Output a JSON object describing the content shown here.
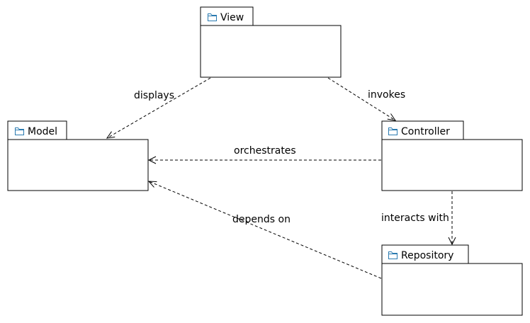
{
  "packages": {
    "view": {
      "name": "View"
    },
    "model": {
      "name": "Model"
    },
    "controller": {
      "name": "Controller"
    },
    "repository": {
      "name": "Repository"
    }
  },
  "dependencies": {
    "view_model": {
      "label": "displays"
    },
    "view_controller": {
      "label": "invokes"
    },
    "controller_model": {
      "label": "orchestrates"
    },
    "controller_repository": {
      "label": "interacts with"
    },
    "repository_model": {
      "label": "depends on"
    }
  },
  "icon": {
    "name": "folder-icon",
    "color": "#2a7ab0"
  }
}
